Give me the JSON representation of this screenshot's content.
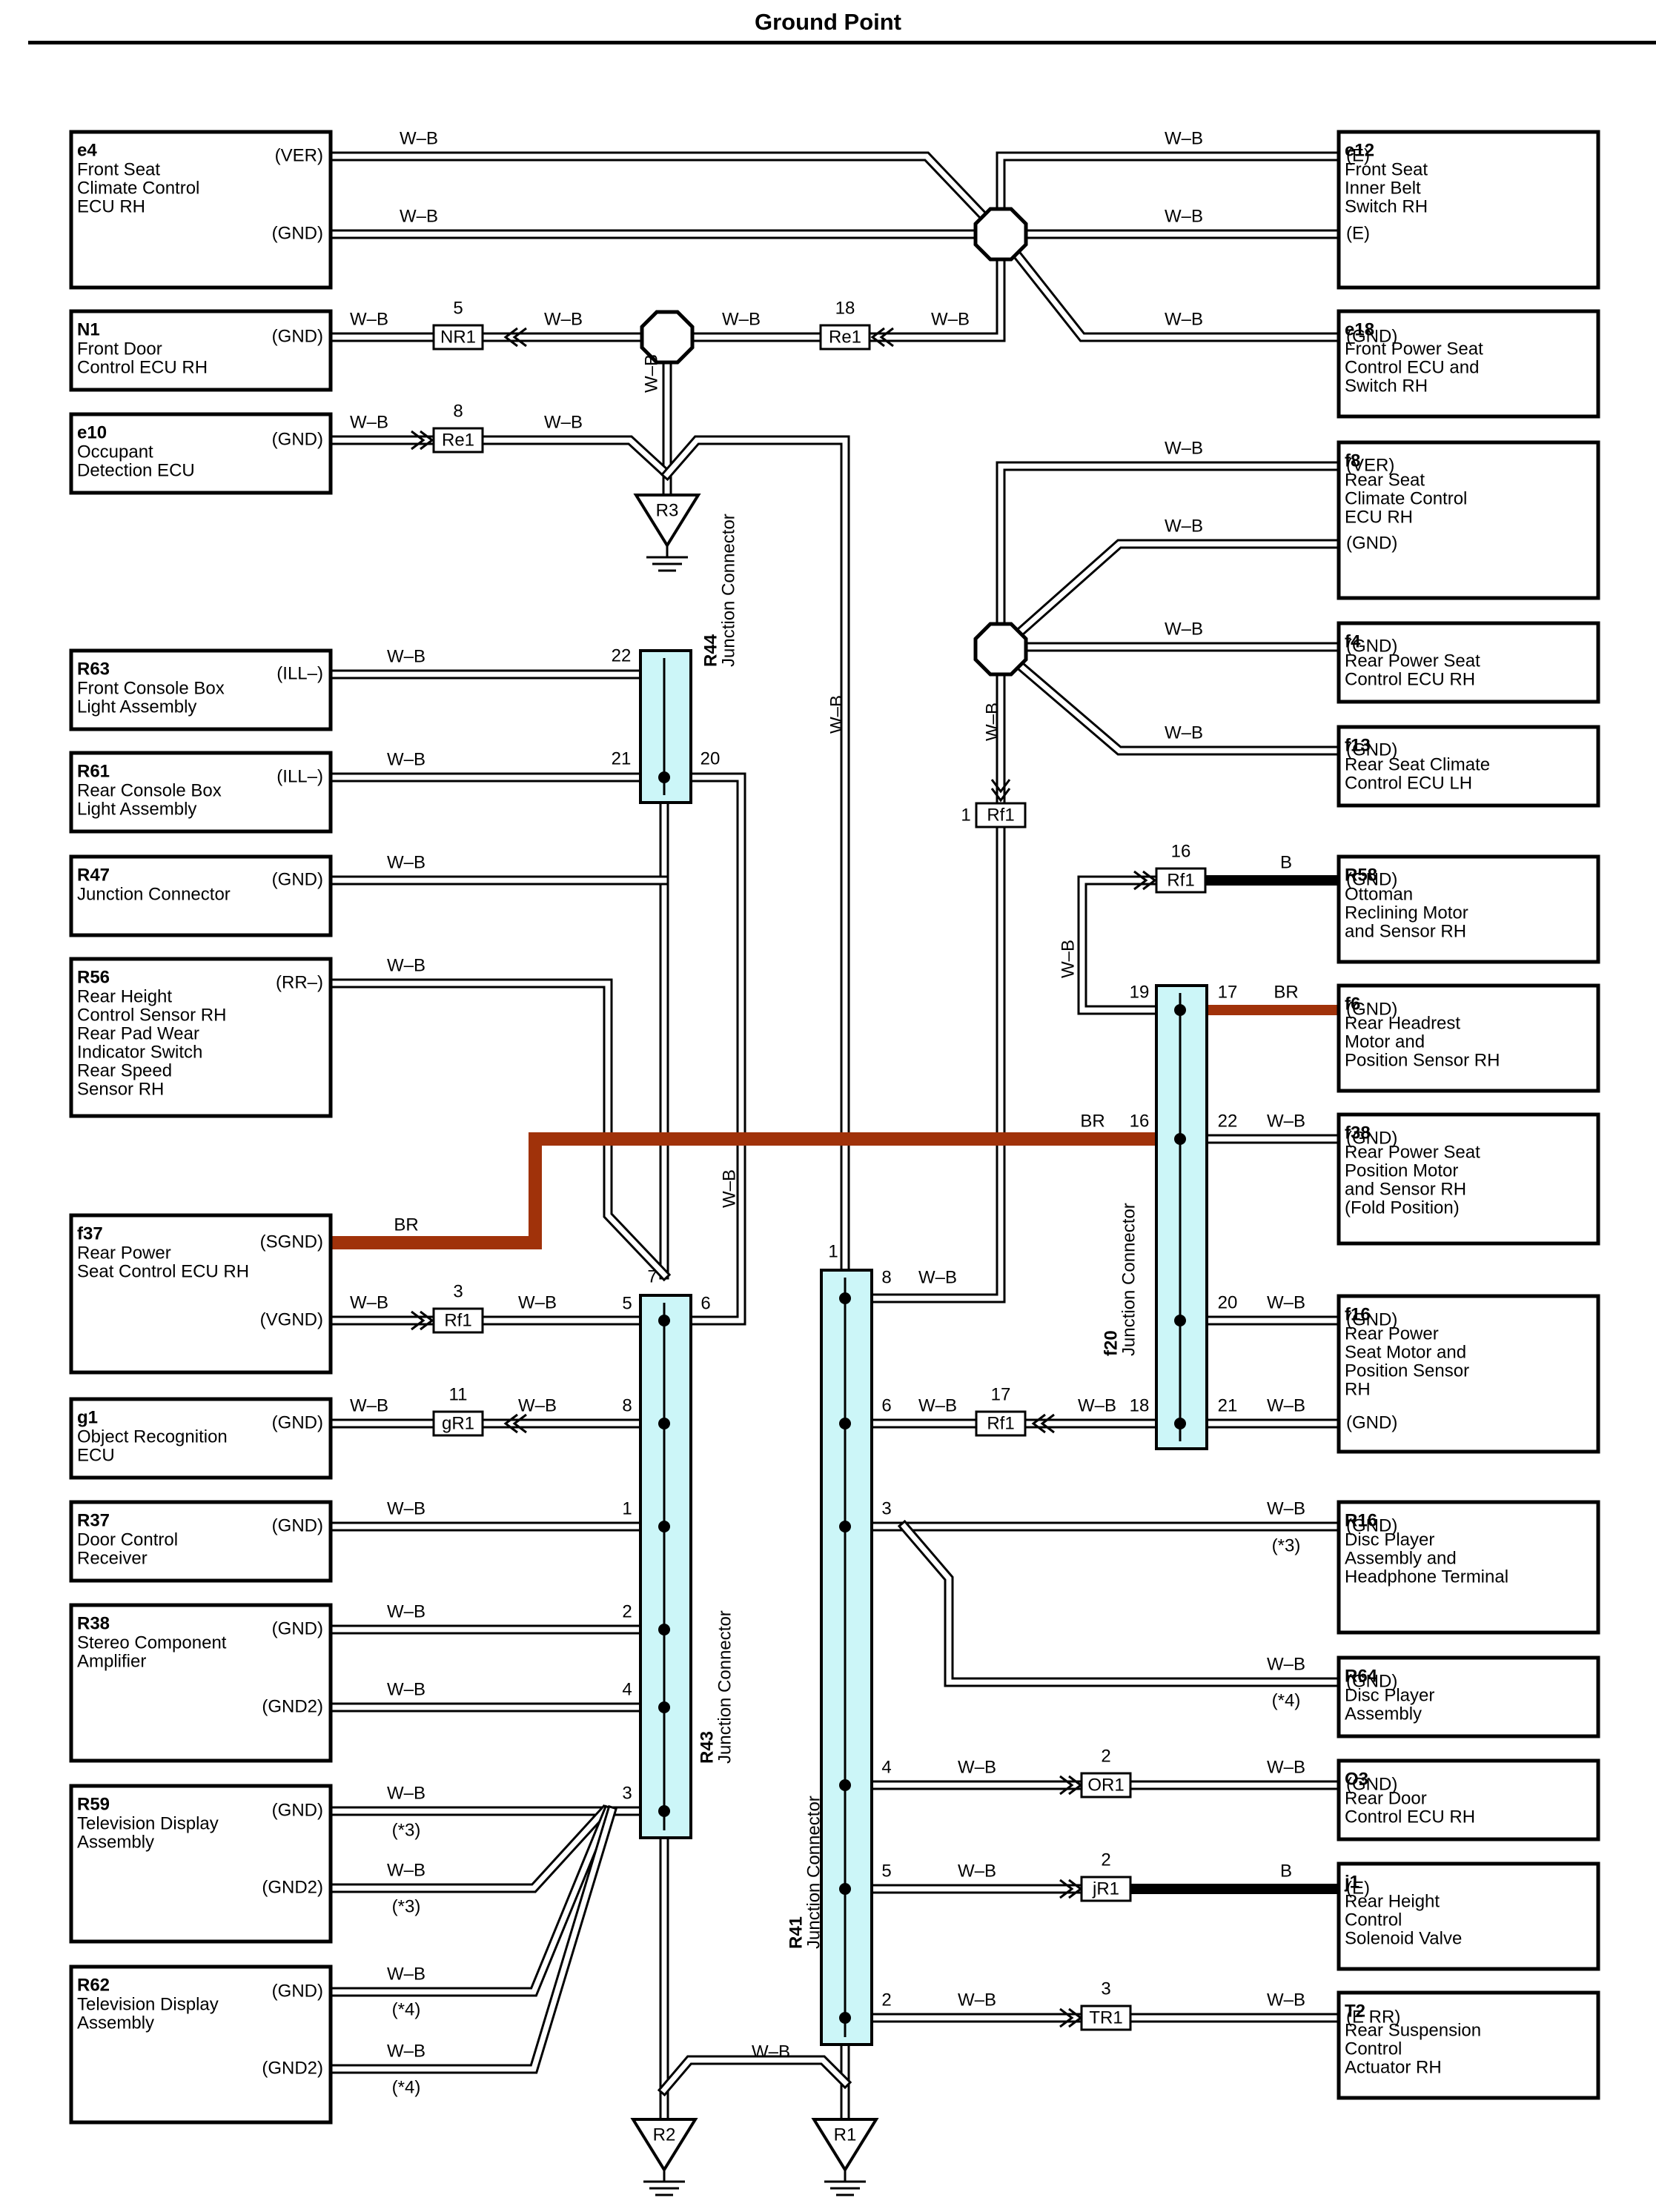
{
  "title": "Ground Point",
  "components": [
    {
      "code": "e4",
      "name": [
        "Front Seat",
        "Climate Control",
        "ECU RH"
      ],
      "pins": [
        "(VER)",
        "(GND)"
      ]
    },
    {
      "code": "N1",
      "name": [
        "Front Door",
        "Control ECU RH"
      ],
      "pins": [
        "(GND)"
      ]
    },
    {
      "code": "e10",
      "name": [
        "Occupant",
        "Detection ECU"
      ],
      "pins": [
        "(GND)"
      ]
    },
    {
      "code": "R63",
      "name": [
        "Front Console Box",
        "Light Assembly"
      ],
      "pins": [
        "(ILL–)"
      ]
    },
    {
      "code": "R61",
      "name": [
        "Rear Console Box",
        "Light Assembly"
      ],
      "pins": [
        "(ILL–)"
      ]
    },
    {
      "code": "R47",
      "name": [
        "Junction Connector"
      ],
      "pins": [
        "(GND)"
      ]
    },
    {
      "code": "R56",
      "name": [
        "Rear Height",
        "Control Sensor RH",
        "Rear Pad Wear",
        "Indicator Switch",
        "Rear Speed",
        "Sensor RH"
      ],
      "pins": [
        "(RR–)"
      ]
    },
    {
      "code": "f37",
      "name": [
        "Rear Power",
        "Seat Control ECU RH"
      ],
      "pins": [
        "(SGND)",
        "(VGND)"
      ]
    },
    {
      "code": "g1",
      "name": [
        "Object Recognition",
        "ECU"
      ],
      "pins": [
        "(GND)"
      ]
    },
    {
      "code": "R37",
      "name": [
        "Door Control",
        "Receiver"
      ],
      "pins": [
        "(GND)"
      ]
    },
    {
      "code": "R38",
      "name": [
        "Stereo Component",
        "Amplifier"
      ],
      "pins": [
        "(GND)",
        "(GND2)"
      ]
    },
    {
      "code": "R59",
      "name": [
        "Television Display",
        "Assembly"
      ],
      "pins": [
        "(GND)",
        "(GND2)"
      ]
    },
    {
      "code": "R62",
      "name": [
        "Television Display",
        "Assembly"
      ],
      "pins": [
        "(GND)",
        "(GND2)"
      ]
    },
    {
      "code": "e12",
      "name": [
        "Front Seat",
        "Inner Belt",
        "Switch RH"
      ],
      "pins": [
        "(E)",
        "(E)"
      ]
    },
    {
      "code": "e18",
      "name": [
        "Front Power Seat",
        "Control ECU and",
        "Switch RH"
      ],
      "pins": [
        "(GND)"
      ]
    },
    {
      "code": "f8",
      "name": [
        "Rear Seat",
        "Climate Control",
        "ECU RH"
      ],
      "pins": [
        "(VER)",
        "(GND)"
      ]
    },
    {
      "code": "f4",
      "name": [
        "Rear Power Seat",
        "Control ECU RH"
      ],
      "pins": [
        "(GND)"
      ]
    },
    {
      "code": "f13",
      "name": [
        "Rear Seat Climate",
        "Control ECU LH"
      ],
      "pins": [
        "(GND)"
      ]
    },
    {
      "code": "R58",
      "name": [
        "Ottoman",
        "Reclining Motor",
        "and Sensor RH"
      ],
      "pins": [
        "(GND)"
      ]
    },
    {
      "code": "f6",
      "name": [
        "Rear Headrest",
        "Motor and",
        "Position Sensor RH"
      ],
      "pins": [
        "(GND)"
      ]
    },
    {
      "code": "f38",
      "name": [
        "Rear Power Seat",
        "Position Motor",
        "and Sensor RH",
        "(Fold Position)"
      ],
      "pins": [
        "(GND)"
      ]
    },
    {
      "code": "f16",
      "name": [
        "Rear Power",
        "Seat Motor and",
        "Position Sensor",
        "RH"
      ],
      "pins": [
        "(GND)",
        "(GND)"
      ]
    },
    {
      "code": "R16",
      "name": [
        "Disc Player",
        "Assembly and",
        "Headphone Terminal"
      ],
      "pins": [
        "(GND)"
      ]
    },
    {
      "code": "R64",
      "name": [
        "Disc Player",
        "Assembly"
      ],
      "pins": [
        "(GND)"
      ]
    },
    {
      "code": "O3",
      "name": [
        "Rear Door",
        "Control ECU RH"
      ],
      "pins": [
        "(GND)"
      ]
    },
    {
      "code": "j1",
      "name": [
        "Rear Height",
        "Control",
        "Solenoid Valve"
      ],
      "pins": [
        "(E)"
      ]
    },
    {
      "code": "T2",
      "name": [
        "Rear Suspension",
        "Control",
        "Actuator RH"
      ],
      "pins": [
        "(E RR)"
      ]
    }
  ],
  "junction_connectors": [
    {
      "code": "R44",
      "name": "Junction Connector",
      "pins": [
        "22",
        "21",
        "20"
      ]
    },
    {
      "code": "R43",
      "name": "Junction Connector",
      "pins": [
        "7",
        "6",
        "5",
        "8",
        "1",
        "2",
        "4",
        "3"
      ]
    },
    {
      "code": "R41",
      "name": "Junction Connector",
      "pins": [
        "1",
        "8",
        "6",
        "3",
        "4",
        "5",
        "2"
      ]
    },
    {
      "code": "f20",
      "name": "Junction Connector",
      "pins": [
        "19",
        "17",
        "16",
        "22",
        "20",
        "18",
        "21"
      ]
    }
  ],
  "inline_connectors": [
    {
      "code": "NR1",
      "pin": "5"
    },
    {
      "code": "Re1",
      "pin": "18"
    },
    {
      "code": "Re1",
      "pin": "8"
    },
    {
      "code": "Rf1",
      "pin": "1"
    },
    {
      "code": "Rf1",
      "pin": "16"
    },
    {
      "code": "Rf1",
      "pin": "3"
    },
    {
      "code": "gR1",
      "pin": "11"
    },
    {
      "code": "Rf1",
      "pin": "17"
    },
    {
      "code": "OR1",
      "pin": "2"
    },
    {
      "code": "jR1",
      "pin": "2"
    },
    {
      "code": "TR1",
      "pin": "3"
    }
  ],
  "ground_points": [
    "R3",
    "R2",
    "R1"
  ],
  "wire_colors": {
    "W-B": "W–B",
    "BR": "BR",
    "B": "B"
  },
  "notes": [
    "(*3)",
    "(*4)"
  ],
  "colors": {
    "junction_fill": "#ccf6f8",
    "brown_wire": "#a0320a",
    "black": "#000000"
  }
}
